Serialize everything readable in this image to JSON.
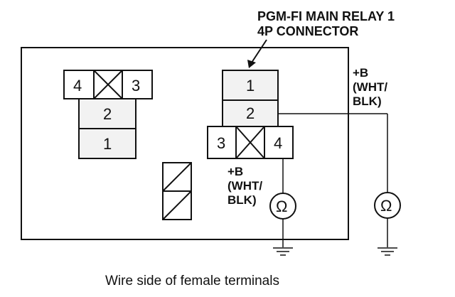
{
  "callout": {
    "line1": "PGM-FI MAIN RELAY 1",
    "line2": "4P CONNECTOR"
  },
  "left_connector": {
    "terminals": [
      "4",
      "3",
      "2",
      "1"
    ]
  },
  "relay_connector": {
    "terminals": [
      "1",
      "2",
      "3",
      "4"
    ]
  },
  "probe_right": {
    "label_line1": "+B",
    "label_line2": "(WHT/",
    "label_line3": "BLK)",
    "meter_symbol": "Ω"
  },
  "probe_center": {
    "label_line1": "+B",
    "label_line2": "(WHT/",
    "label_line3": "BLK)",
    "meter_symbol": "Ω"
  },
  "caption": "Wire side of female terminals",
  "icons": [
    "ohmmeter-icon",
    "ground-icon",
    "arrow-icon"
  ]
}
